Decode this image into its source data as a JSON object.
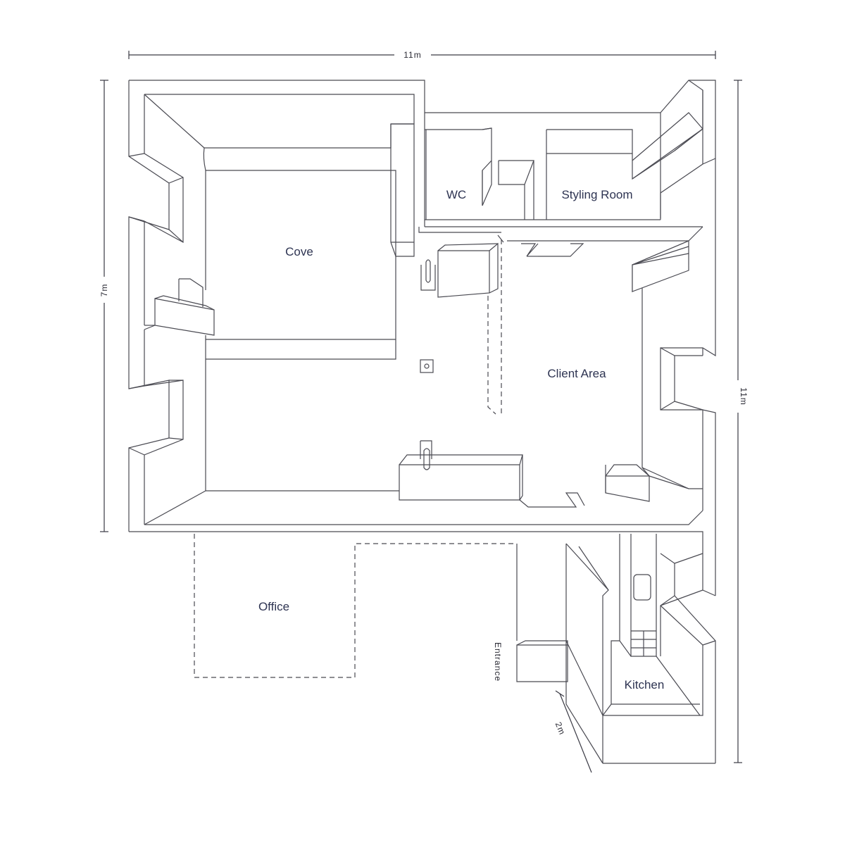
{
  "dimensions": {
    "top": "11m",
    "left": "7m",
    "right": "11m",
    "bottom_diagonal": "2m"
  },
  "rooms": {
    "cove": "Cove",
    "wc": "WC",
    "styling_room": "Styling Room",
    "client_area": "Client Area",
    "office": "Office",
    "entrance": "Entrance",
    "kitchen": "Kitchen"
  },
  "colors": {
    "line": "#4a4a52",
    "label": "#2e3452",
    "background": "#ffffff"
  }
}
